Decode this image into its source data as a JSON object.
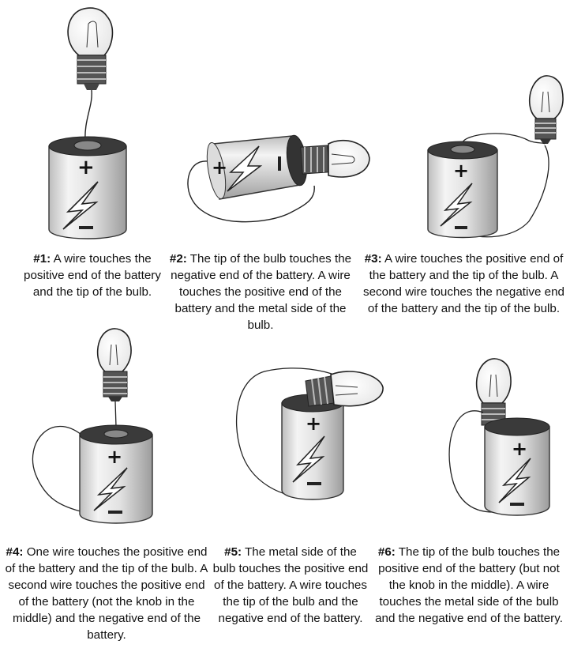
{
  "panels": [
    {
      "label": "#1:",
      "text": "A wire touches the positive end of the battery and the tip of the bulb."
    },
    {
      "label": "#2:",
      "text": "The tip of the bulb touches the negative end of the battery. A wire touches the positive end of the battery and the metal side of the bulb."
    },
    {
      "label": "#3:",
      "text": "A wire touches the positive end of the battery and the tip of the bulb. A second wire touches the negative end of the battery and the tip of the bulb."
    },
    {
      "label": "#4:",
      "text": "One wire touches the positive end of the battery and the tip of the bulb. A second wire touches the positive end of the battery (not the knob in the middle) and the negative end of the battery."
    },
    {
      "label": "#5:",
      "text": "The metal side of the bulb touches the positive end of the battery. A wire touches the tip of the bulb and the negative end of the battery."
    },
    {
      "label": "#6:",
      "text": "The tip of the bulb touches the positive end of the battery (but not the knob in the middle). A wire touches the metal side of the bulb and the negative end of the battery."
    }
  ],
  "symbols": {
    "plus": "+",
    "minus": "−"
  }
}
